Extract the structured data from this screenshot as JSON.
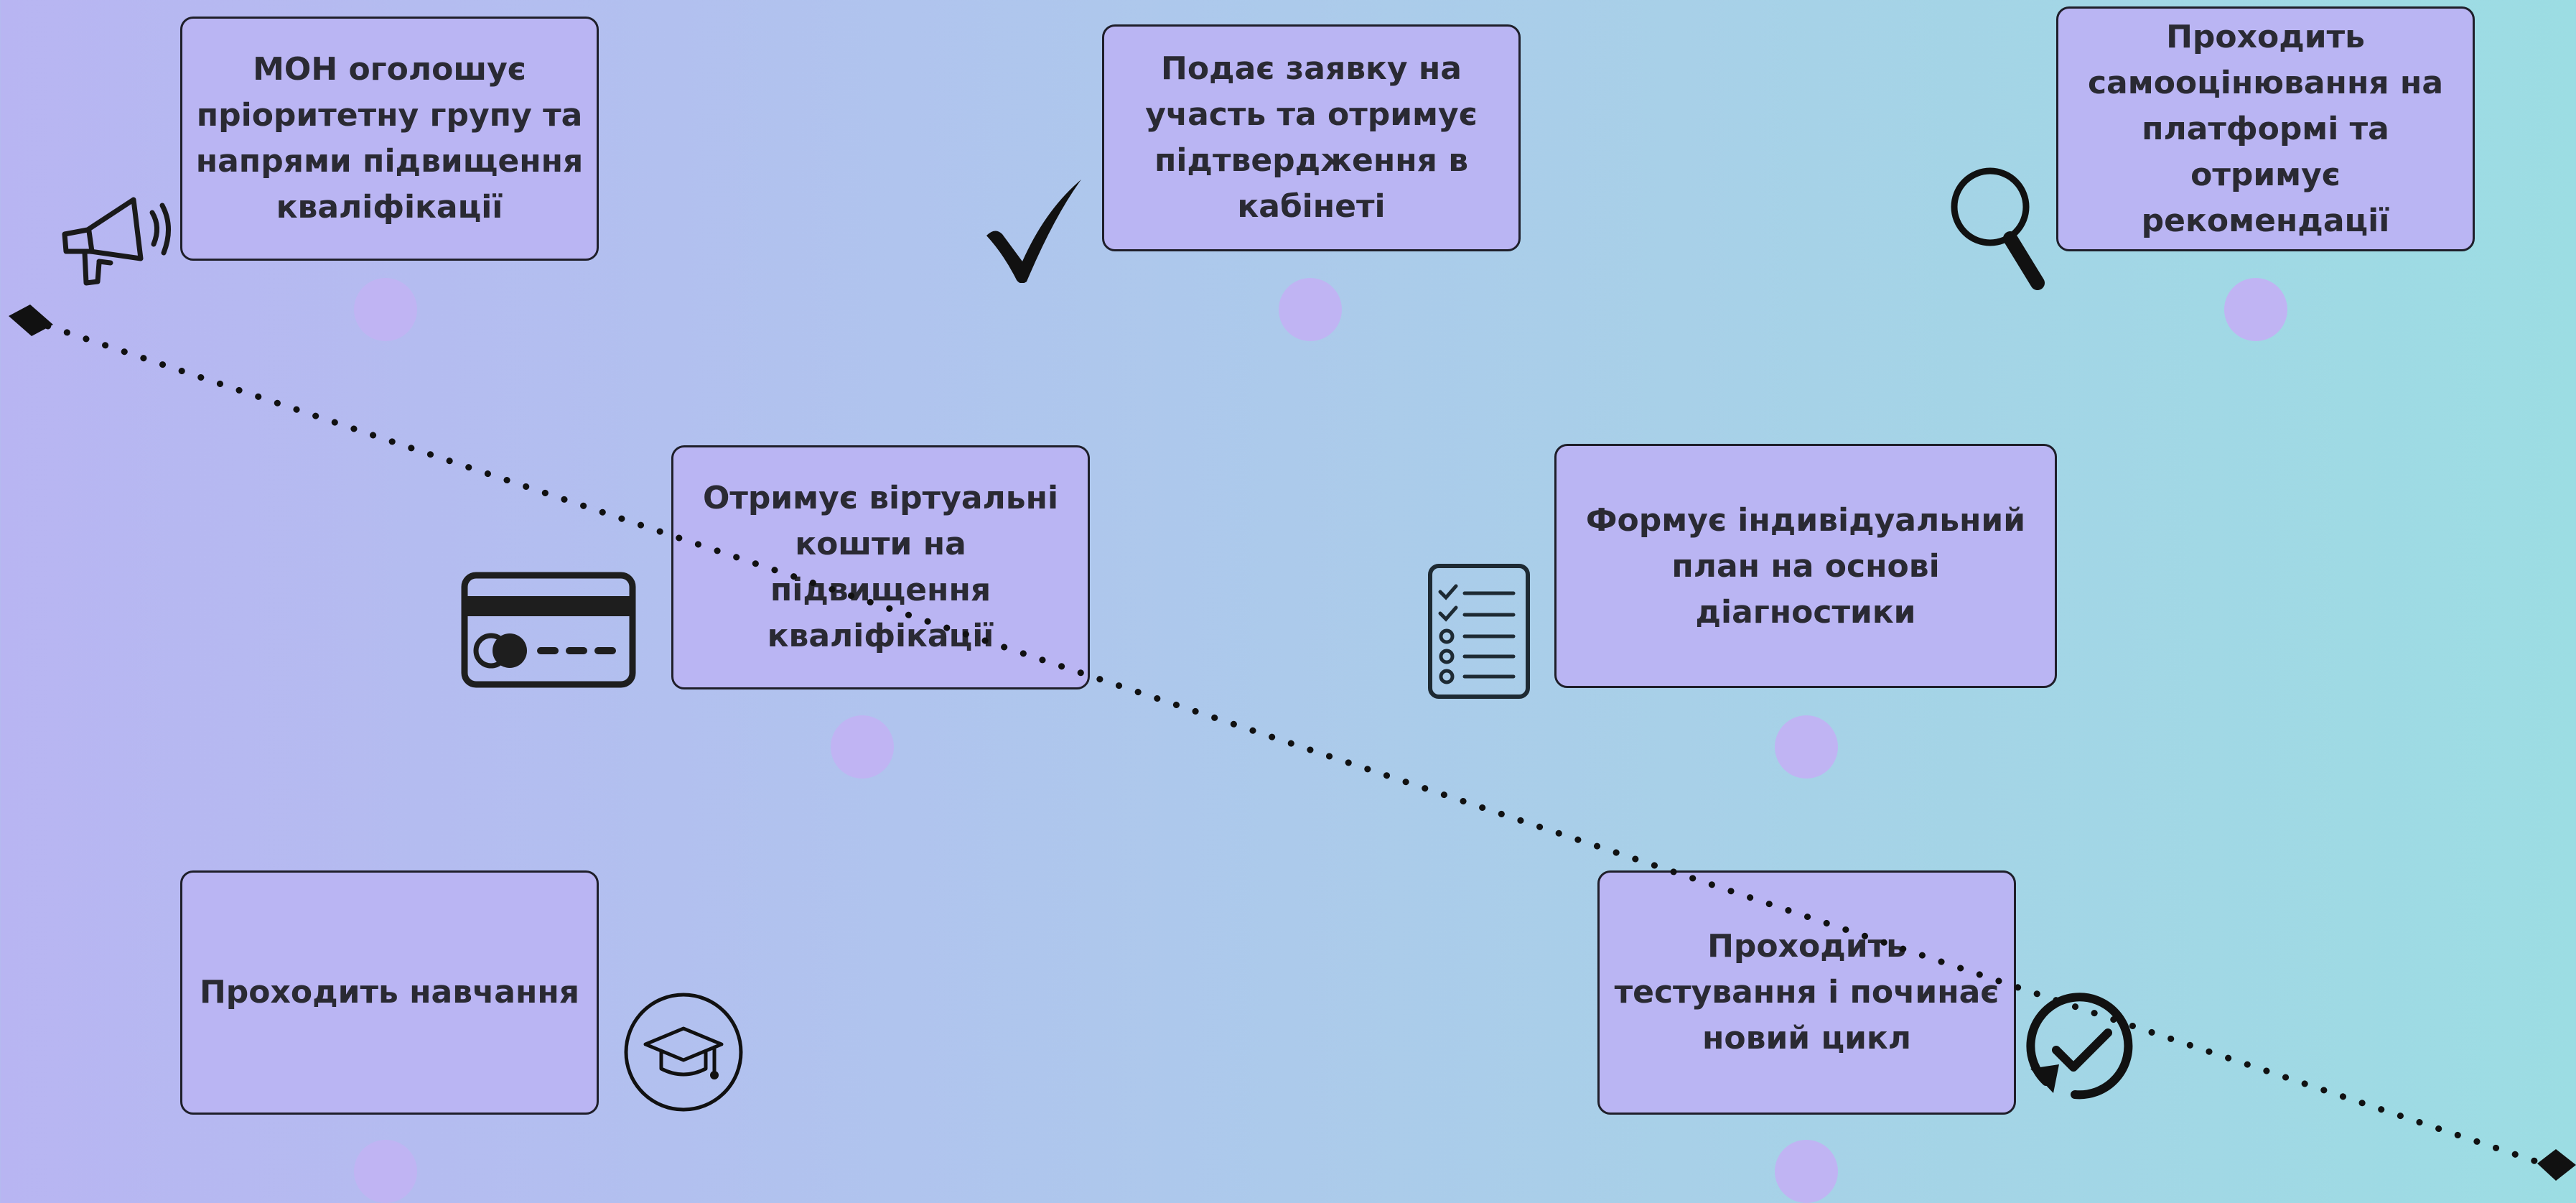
{
  "steps": [
    {
      "text": "МОН оголошує пріоритетну групу та напрями підвищення кваліфікації",
      "icon": "megaphone-icon"
    },
    {
      "text": "Подає заявку на участь та отримує підтвердження в кабінеті",
      "icon": "checkmark-icon"
    },
    {
      "text": "Проходить самооцінювання на платформі та отримує рекомендації",
      "icon": "magnifier-icon"
    },
    {
      "text": "Отримує віртуальні кошти на підвищення кваліфікації",
      "icon": "credit-card-icon"
    },
    {
      "text": "Формує індивідуальний план на основі діагностики",
      "icon": "checklist-icon"
    },
    {
      "text": "Проходить навчання",
      "icon": "graduation-cap-icon"
    },
    {
      "text": "Проходить тестування і починає новий цикл",
      "icon": "cycle-check-icon"
    }
  ],
  "colors": {
    "box_fill": "#bab5f3",
    "box_border": "#1f1f2a",
    "text": "#2a2a33",
    "dot": "#c0b4f3",
    "line": "#111111",
    "background_start": "#b8b5f2",
    "background_end": "#9cdde3"
  }
}
